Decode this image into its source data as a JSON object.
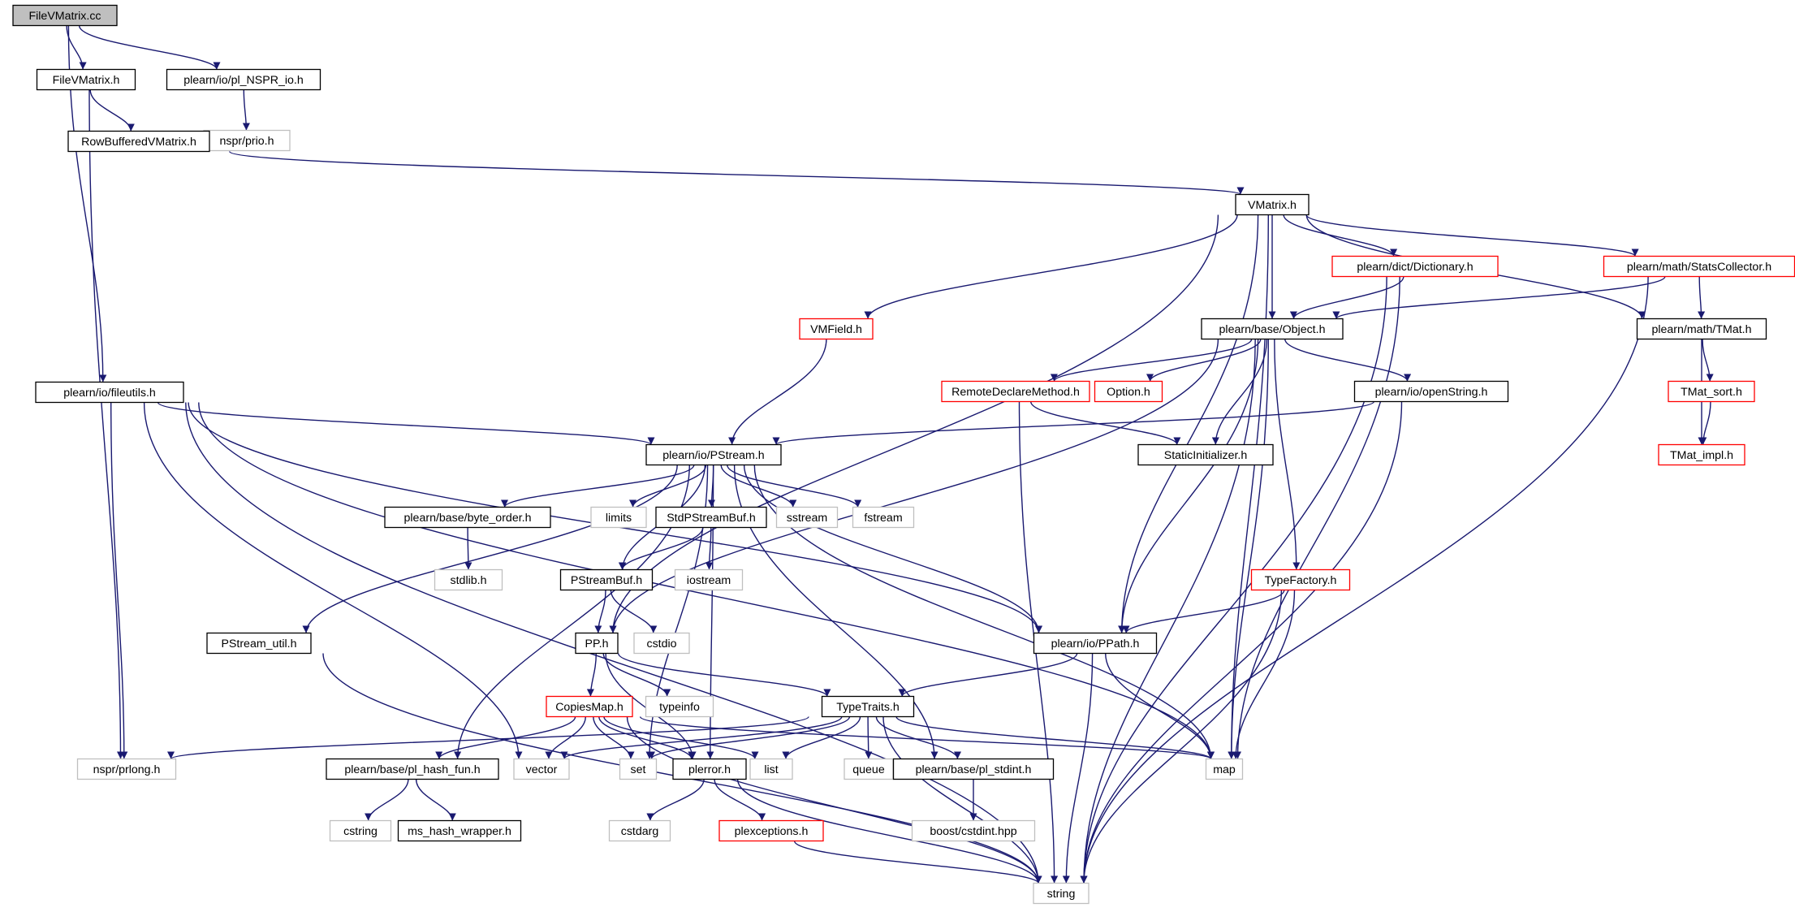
{
  "graph": {
    "colors": {
      "edge": "#191970",
      "text": "#000000",
      "border_black": "#000000",
      "border_red": "#ff0000",
      "border_gray": "#bfbfbf",
      "fill_root": "#bfbfbf",
      "fill_default": "#ffffff"
    },
    "nodes": [
      {
        "id": "filevmatrix_cc",
        "label": "FileVMatrix.cc",
        "style": "root"
      },
      {
        "id": "filevmatrix_h",
        "label": "FileVMatrix.h",
        "style": "black"
      },
      {
        "id": "pl_nspr_io",
        "label": "plearn/io/pl_NSPR_io.h",
        "style": "black"
      },
      {
        "id": "nspr_prio",
        "label": "nspr/prio.h",
        "style": "gray"
      },
      {
        "id": "rowbuffered",
        "label": "RowBufferedVMatrix.h",
        "style": "black"
      },
      {
        "id": "vmatrix_h",
        "label": "VMatrix.h",
        "style": "black"
      },
      {
        "id": "dictionary",
        "label": "plearn/dict/Dictionary.h",
        "style": "red"
      },
      {
        "id": "statscollector",
        "label": "plearn/math/StatsCollector.h",
        "style": "red"
      },
      {
        "id": "vmfield",
        "label": "VMField.h",
        "style": "red"
      },
      {
        "id": "object_h",
        "label": "plearn/base/Object.h",
        "style": "black"
      },
      {
        "id": "tmat_h",
        "label": "plearn/math/TMat.h",
        "style": "black"
      },
      {
        "id": "fileutils",
        "label": "plearn/io/fileutils.h",
        "style": "black"
      },
      {
        "id": "remotedeclare",
        "label": "RemoteDeclareMethod.h",
        "style": "red"
      },
      {
        "id": "option_h",
        "label": "Option.h",
        "style": "red"
      },
      {
        "id": "openstring",
        "label": "plearn/io/openString.h",
        "style": "black"
      },
      {
        "id": "tmat_sort",
        "label": "TMat_sort.h",
        "style": "red"
      },
      {
        "id": "pstream",
        "label": "plearn/io/PStream.h",
        "style": "black"
      },
      {
        "id": "staticinit",
        "label": "StaticInitializer.h",
        "style": "black"
      },
      {
        "id": "tmat_impl",
        "label": "TMat_impl.h",
        "style": "red"
      },
      {
        "id": "byte_order",
        "label": "plearn/base/byte_order.h",
        "style": "black"
      },
      {
        "id": "limits",
        "label": "limits",
        "style": "gray"
      },
      {
        "id": "stdpstreambuf",
        "label": "StdPStreamBuf.h",
        "style": "black"
      },
      {
        "id": "sstream",
        "label": "sstream",
        "style": "gray"
      },
      {
        "id": "fstream",
        "label": "fstream",
        "style": "gray"
      },
      {
        "id": "stdlib",
        "label": "stdlib.h",
        "style": "gray"
      },
      {
        "id": "pstreambuf",
        "label": "PStreamBuf.h",
        "style": "black"
      },
      {
        "id": "iostream",
        "label": "iostream",
        "style": "gray"
      },
      {
        "id": "typefactory",
        "label": "TypeFactory.h",
        "style": "red"
      },
      {
        "id": "pstream_util",
        "label": "PStream_util.h",
        "style": "black"
      },
      {
        "id": "pp_h",
        "label": "PP.h",
        "style": "black"
      },
      {
        "id": "cstdio",
        "label": "cstdio",
        "style": "gray"
      },
      {
        "id": "ppath",
        "label": "plearn/io/PPath.h",
        "style": "black"
      },
      {
        "id": "copiesmap",
        "label": "CopiesMap.h",
        "style": "red"
      },
      {
        "id": "typeinfo",
        "label": "typeinfo",
        "style": "gray"
      },
      {
        "id": "typetraits",
        "label": "TypeTraits.h",
        "style": "black"
      },
      {
        "id": "nspr_prlong",
        "label": "nspr/prlong.h",
        "style": "gray"
      },
      {
        "id": "pl_hash_fun",
        "label": "plearn/base/pl_hash_fun.h",
        "style": "black"
      },
      {
        "id": "vector",
        "label": "vector",
        "style": "gray"
      },
      {
        "id": "set",
        "label": "set",
        "style": "gray"
      },
      {
        "id": "plerror",
        "label": "plerror.h",
        "style": "black"
      },
      {
        "id": "list",
        "label": "list",
        "style": "gray"
      },
      {
        "id": "queue",
        "label": "queue",
        "style": "gray"
      },
      {
        "id": "pl_stdint",
        "label": "plearn/base/pl_stdint.h",
        "style": "black"
      },
      {
        "id": "map",
        "label": "map",
        "style": "gray"
      },
      {
        "id": "cstring",
        "label": "cstring",
        "style": "gray"
      },
      {
        "id": "ms_hash",
        "label": "ms_hash_wrapper.h",
        "style": "black"
      },
      {
        "id": "cstdarg",
        "label": "cstdarg",
        "style": "gray"
      },
      {
        "id": "plexceptions",
        "label": "plexceptions.h",
        "style": "red"
      },
      {
        "id": "boost_cstdint",
        "label": "boost/cstdint.hpp",
        "style": "gray"
      },
      {
        "id": "string",
        "label": "string",
        "style": "gray"
      }
    ],
    "edges": [
      [
        "filevmatrix_cc",
        "filevmatrix_h"
      ],
      [
        "filevmatrix_cc",
        "pl_nspr_io"
      ],
      [
        "filevmatrix_cc",
        "fileutils"
      ],
      [
        "filevmatrix_h",
        "rowbuffered"
      ],
      [
        "filevmatrix_h",
        "nspr_prlong"
      ],
      [
        "pl_nspr_io",
        "nspr_prio"
      ],
      [
        "rowbuffered",
        "vmatrix_h"
      ],
      [
        "vmatrix_h",
        "object_h"
      ],
      [
        "vmatrix_h",
        "dictionary"
      ],
      [
        "vmatrix_h",
        "statscollector"
      ],
      [
        "vmatrix_h",
        "tmat_h"
      ],
      [
        "vmatrix_h",
        "vmfield"
      ],
      [
        "vmatrix_h",
        "pp_h"
      ],
      [
        "vmatrix_h",
        "ppath"
      ],
      [
        "vmatrix_h",
        "map"
      ],
      [
        "dictionary",
        "object_h"
      ],
      [
        "dictionary",
        "map"
      ],
      [
        "dictionary",
        "string"
      ],
      [
        "statscollector",
        "object_h"
      ],
      [
        "statscollector",
        "tmat_h"
      ],
      [
        "statscollector",
        "string"
      ],
      [
        "vmfield",
        "pstream"
      ],
      [
        "object_h",
        "remotedeclare"
      ],
      [
        "object_h",
        "option_h"
      ],
      [
        "object_h",
        "openstring"
      ],
      [
        "object_h",
        "staticinit"
      ],
      [
        "object_h",
        "typefactory"
      ],
      [
        "object_h",
        "ppath"
      ],
      [
        "object_h",
        "pp_h"
      ],
      [
        "object_h",
        "map"
      ],
      [
        "object_h",
        "string"
      ],
      [
        "tmat_h",
        "tmat_sort"
      ],
      [
        "tmat_h",
        "tmat_impl"
      ],
      [
        "tmat_sort",
        "tmat_impl"
      ],
      [
        "remotedeclare",
        "staticinit"
      ],
      [
        "remotedeclare",
        "string"
      ],
      [
        "openstring",
        "pstream"
      ],
      [
        "openstring",
        "string"
      ],
      [
        "fileutils",
        "pstream"
      ],
      [
        "fileutils",
        "ppath"
      ],
      [
        "fileutils",
        "map"
      ],
      [
        "fileutils",
        "nspr_prlong"
      ],
      [
        "fileutils",
        "vector"
      ],
      [
        "fileutils",
        "string"
      ],
      [
        "pstream",
        "byte_order"
      ],
      [
        "pstream",
        "limits"
      ],
      [
        "pstream",
        "stdpstreambuf"
      ],
      [
        "pstream",
        "sstream"
      ],
      [
        "pstream",
        "fstream"
      ],
      [
        "pstream",
        "pstreambuf"
      ],
      [
        "pstream",
        "pstream_util"
      ],
      [
        "pstream",
        "pl_hash_fun"
      ],
      [
        "pstream",
        "set"
      ],
      [
        "pstream",
        "plerror"
      ],
      [
        "pstream",
        "pl_stdint"
      ],
      [
        "pstream",
        "map"
      ],
      [
        "pstream",
        "ppath"
      ],
      [
        "byte_order",
        "stdlib"
      ],
      [
        "stdpstreambuf",
        "pstreambuf"
      ],
      [
        "stdpstreambuf",
        "iostream"
      ],
      [
        "pstreambuf",
        "pp_h"
      ],
      [
        "pstreambuf",
        "cstdio"
      ],
      [
        "pstream_util",
        "string"
      ],
      [
        "typefactory",
        "ppath"
      ],
      [
        "typefactory",
        "map"
      ],
      [
        "typefactory",
        "string"
      ],
      [
        "pp_h",
        "copiesmap"
      ],
      [
        "pp_h",
        "typeinfo"
      ],
      [
        "pp_h",
        "typetraits"
      ],
      [
        "pp_h",
        "plerror"
      ],
      [
        "ppath",
        "typetraits"
      ],
      [
        "ppath",
        "map"
      ],
      [
        "ppath",
        "string"
      ],
      [
        "copiesmap",
        "pl_hash_fun"
      ],
      [
        "copiesmap",
        "vector"
      ],
      [
        "copiesmap",
        "set"
      ],
      [
        "copiesmap",
        "plerror"
      ],
      [
        "copiesmap",
        "map"
      ],
      [
        "copiesmap",
        "list"
      ],
      [
        "copiesmap",
        "string"
      ],
      [
        "typetraits",
        "nspr_prlong"
      ],
      [
        "typetraits",
        "vector"
      ],
      [
        "typetraits",
        "set"
      ],
      [
        "typetraits",
        "list"
      ],
      [
        "typetraits",
        "queue"
      ],
      [
        "typetraits",
        "pl_stdint"
      ],
      [
        "typetraits",
        "map"
      ],
      [
        "typetraits",
        "string"
      ],
      [
        "pl_hash_fun",
        "cstring"
      ],
      [
        "pl_hash_fun",
        "ms_hash"
      ],
      [
        "plerror",
        "cstdarg"
      ],
      [
        "plerror",
        "plexceptions"
      ],
      [
        "plerror",
        "string"
      ],
      [
        "plexceptions",
        "string"
      ],
      [
        "pl_stdint",
        "boost_cstdint"
      ]
    ]
  }
}
